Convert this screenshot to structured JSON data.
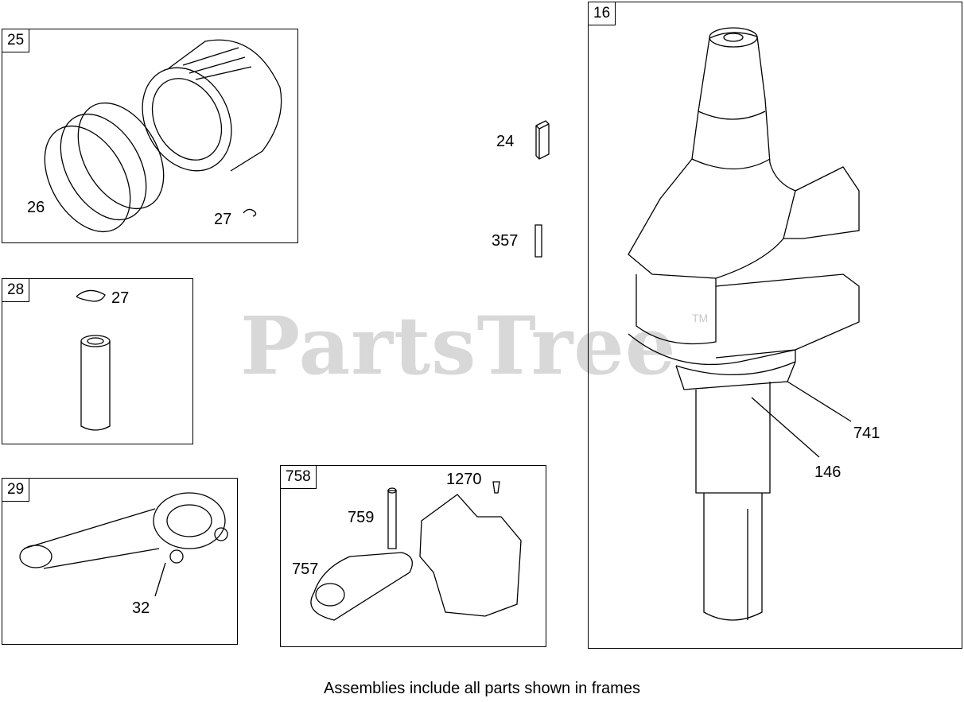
{
  "watermark": "PartsTree",
  "watermark_tm": "TM",
  "frames": {
    "f25": {
      "tag": "25",
      "callouts": {
        "a": "26",
        "b": "27"
      }
    },
    "f28": {
      "tag": "28",
      "callouts": {
        "a": "27"
      }
    },
    "f29": {
      "tag": "29",
      "callouts": {
        "a": "32"
      }
    },
    "f758": {
      "tag": "758",
      "callouts": {
        "a": "1270",
        "b": "759",
        "c": "757"
      }
    },
    "f16": {
      "tag": "16",
      "callouts": {
        "a": "741",
        "b": "146"
      }
    }
  },
  "loose_parts": {
    "key": "24",
    "pin": "357"
  },
  "footer": "Assemblies include all parts shown in frames"
}
